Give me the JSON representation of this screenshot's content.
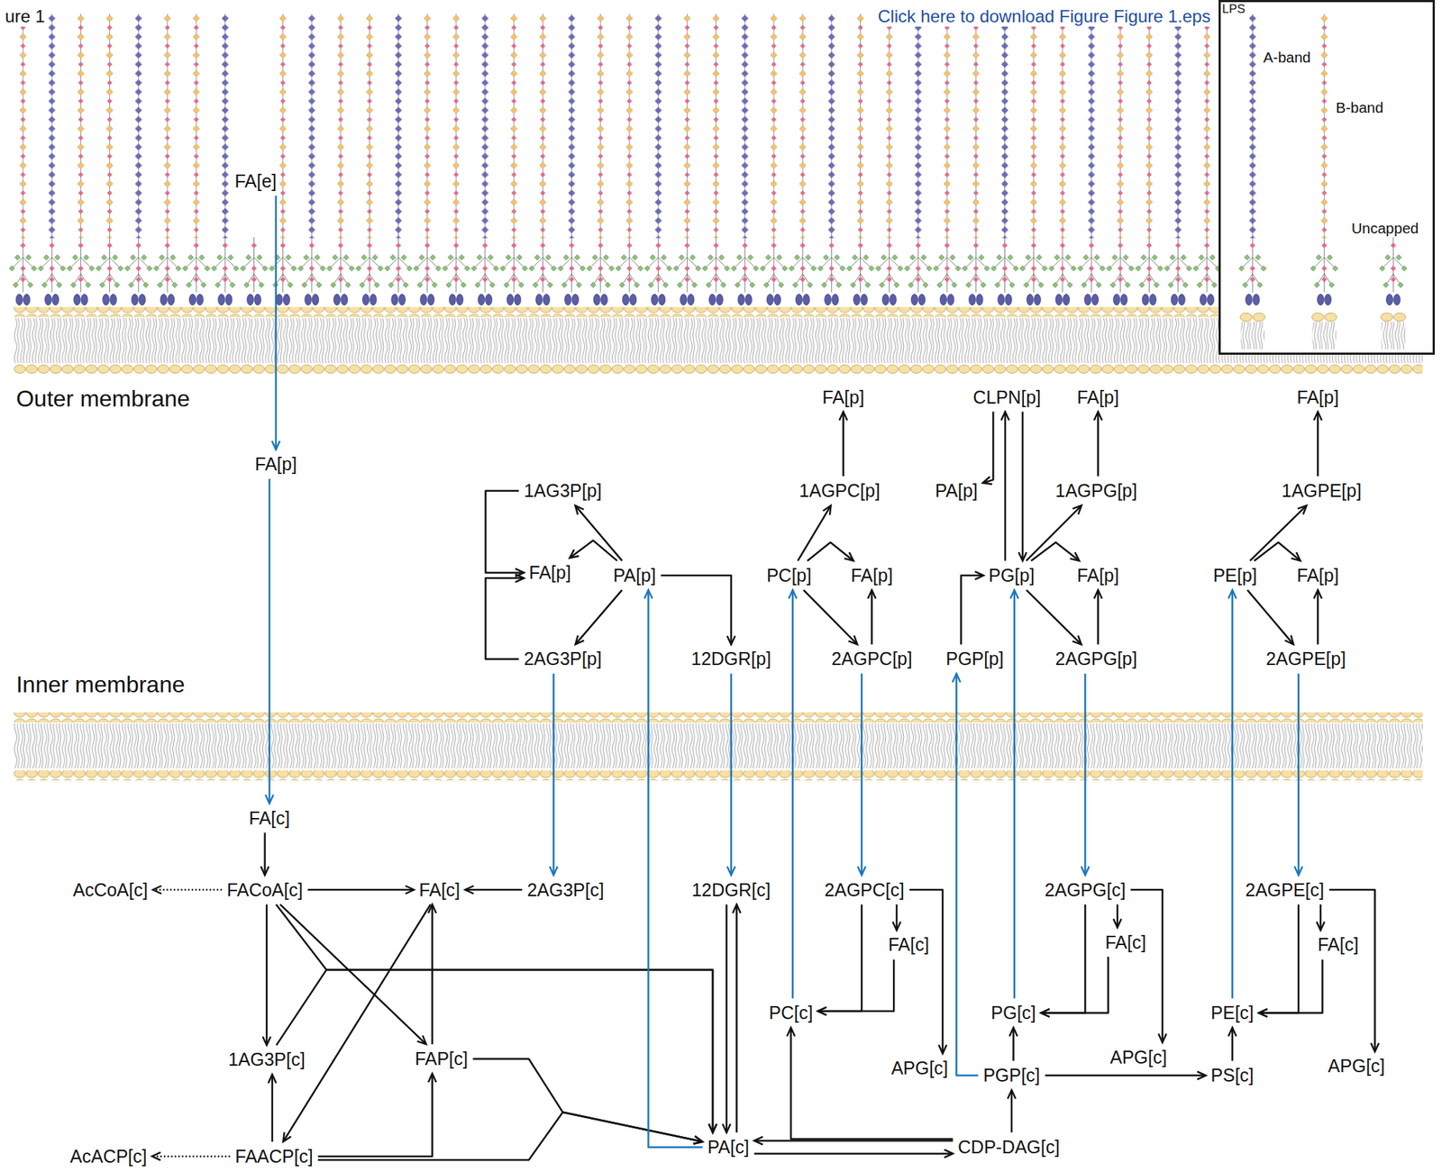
{
  "diagram": {
    "nodes": [
      {
        "text": [
          "LPS"
        ]
      },
      {
        "text": [
          "FA[e]"
        ]
      },
      {
        "text": [
          "FA[p]"
        ]
      },
      {
        "text": [
          "FA[c]"
        ]
      },
      {
        "text": [
          "FACoA[c]"
        ]
      },
      {
        "text": [
          "AcCoA[c]"
        ]
      },
      {
        "text": [
          "FA[c]"
        ]
      },
      {
        "text": [
          "2AG3P[c]"
        ]
      },
      {
        "text": [
          "1AG3P[c]"
        ]
      },
      {
        "text": [
          "FAP[c]"
        ]
      },
      {
        "text": [
          "AcACP[c]"
        ]
      },
      {
        "text": [
          "FAACP[c]"
        ]
      },
      {
        "text": [
          "PA[c]"
        ]
      },
      {
        "text": [
          "CDP-DAG[c]"
        ]
      },
      {
        "text": [
          "12DGR[c]"
        ]
      },
      {
        "text": [
          "1AG3P[p]"
        ]
      },
      {
        "text": [
          "FA[p]"
        ]
      },
      {
        "text": [
          "PA[p]"
        ]
      },
      {
        "text": [
          "2AG3P[p]"
        ]
      },
      {
        "text": [
          "12DGR[p]"
        ]
      },
      {
        "text": [
          "FA[p]"
        ]
      },
      {
        "text": [
          "1AGPC[p]"
        ]
      },
      {
        "text": [
          "PC[p]"
        ]
      },
      {
        "text": [
          "FA[p]"
        ]
      },
      {
        "text": [
          "2AGPC[p]"
        ]
      },
      {
        "text": [
          "2AGPC[c]"
        ]
      },
      {
        "text": [
          "FA[c]"
        ]
      },
      {
        "text": [
          "PC[c]"
        ]
      },
      {
        "text": [
          "APG[c]"
        ]
      },
      {
        "text": [
          "CLPN[p]"
        ]
      },
      {
        "text": [
          "FA[p]"
        ]
      },
      {
        "text": [
          "PA[p]"
        ]
      },
      {
        "text": [
          "1AGPG[p]"
        ]
      },
      {
        "text": [
          "PG[p]"
        ]
      },
      {
        "text": [
          "FA[p]"
        ]
      },
      {
        "text": [
          "PGP[p]"
        ]
      },
      {
        "text": [
          "2AGPG[p]"
        ]
      },
      {
        "text": [
          "2AGPG[c]"
        ]
      },
      {
        "text": [
          "FA[c]"
        ]
      },
      {
        "text": [
          "PG[c]"
        ]
      },
      {
        "text": [
          "APG[c]"
        ]
      },
      {
        "text": [
          "PGP[c]"
        ]
      },
      {
        "text": [
          "PS[c]"
        ]
      },
      {
        "text": [
          "FA[p]"
        ]
      },
      {
        "text": [
          "1AGPE[p]"
        ]
      },
      {
        "text": [
          "PE[p]"
        ]
      },
      {
        "text": [
          "FA[p]"
        ]
      },
      {
        "text": [
          "2AGPE[p]"
        ]
      },
      {
        "text": [
          "2AGPE[c]"
        ]
      },
      {
        "text": [
          "FA[c]"
        ]
      },
      {
        "text": [
          "PE[c]"
        ]
      },
      {
        "text": [
          "APG[c]"
        ]
      }
    ],
    "edges": [
      {
        "from": 1,
        "to": 2,
        "arrow": "to"
      },
      {
        "from": 2,
        "to": 3,
        "arrow": "to"
      },
      {
        "from": 3,
        "to": 4,
        "arrow": "to"
      },
      {
        "from": 4,
        "to": 5,
        "arrow": "to"
      },
      {
        "from": 4,
        "to": 6,
        "arrow": "to"
      },
      {
        "from": 7,
        "to": 6,
        "arrow": "to"
      },
      {
        "from": 4,
        "to": 8,
        "arrow": "to"
      },
      {
        "from": 4,
        "to": 9,
        "arrow": "to"
      },
      {
        "from": 9,
        "to": 6,
        "arrow": "to"
      },
      {
        "from": 6,
        "to": 11,
        "arrow": "to"
      },
      {
        "from": 11,
        "to": 8,
        "arrow": "to"
      },
      {
        "from": 11,
        "to": 9,
        "arrow": "to"
      },
      {
        "from": 11,
        "to": 10,
        "arrow": "to"
      },
      {
        "from": 4,
        "to": 12,
        "arrow": "to"
      },
      {
        "from": 8,
        "to": 12,
        "arrow": "to"
      },
      {
        "from": 9,
        "to": 12,
        "arrow": "to"
      },
      {
        "from": 11,
        "to": 12,
        "arrow": "to"
      },
      {
        "from": 14,
        "to": 12,
        "arrow": "to"
      },
      {
        "from": 12,
        "to": 14,
        "arrow": "to"
      },
      {
        "from": 12,
        "to": 17,
        "arrow": "to"
      },
      {
        "from": 19,
        "to": 14,
        "arrow": "to"
      },
      {
        "from": 18,
        "to": 7,
        "arrow": "to"
      },
      {
        "from": 17,
        "to": 19,
        "arrow": "to"
      },
      {
        "from": 17,
        "to": 15,
        "arrow": "to"
      },
      {
        "from": 17,
        "to": 16,
        "arrow": "to"
      },
      {
        "from": 17,
        "to": 18,
        "arrow": "to"
      },
      {
        "from": 15,
        "to": 16,
        "arrow": "to"
      },
      {
        "from": 18,
        "to": 16,
        "arrow": "to"
      },
      {
        "from": 22,
        "to": 21,
        "arrow": "to"
      },
      {
        "from": 22,
        "to": 23,
        "arrow": "to"
      },
      {
        "from": 22,
        "to": 24,
        "arrow": "to"
      },
      {
        "from": 24,
        "to": 23,
        "arrow": "to"
      },
      {
        "from": 21,
        "to": 20,
        "arrow": "to"
      },
      {
        "from": 24,
        "to": 25,
        "arrow": "to"
      },
      {
        "from": 27,
        "to": 22,
        "arrow": "to"
      },
      {
        "from": 25,
        "to": 26,
        "arrow": "to"
      },
      {
        "from": 25,
        "to": 27,
        "arrow": "to"
      },
      {
        "from": 26,
        "to": 27,
        "arrow": "to"
      },
      {
        "from": 25,
        "to": 28,
        "arrow": "to"
      },
      {
        "from": 13,
        "to": 12,
        "arrow": "to"
      },
      {
        "from": 12,
        "to": 13,
        "arrow": "to"
      },
      {
        "from": 13,
        "to": 27,
        "arrow": "to"
      },
      {
        "from": 13,
        "to": 41,
        "arrow": "to"
      },
      {
        "from": 41,
        "to": 39,
        "arrow": "to"
      },
      {
        "from": 41,
        "to": 42,
        "arrow": "to"
      },
      {
        "from": 42,
        "to": 50,
        "arrow": "to"
      },
      {
        "from": 41,
        "to": 35,
        "arrow": "to"
      },
      {
        "from": 35,
        "to": 33,
        "arrow": "to"
      },
      {
        "from": 39,
        "to": 33,
        "arrow": "to"
      },
      {
        "from": 33,
        "to": 29,
        "arrow": "to"
      },
      {
        "from": 29,
        "to": 33,
        "arrow": "to"
      },
      {
        "from": 29,
        "to": 31,
        "arrow": "to"
      },
      {
        "from": 33,
        "to": 32,
        "arrow": "to"
      },
      {
        "from": 33,
        "to": 34,
        "arrow": "to"
      },
      {
        "from": 33,
        "to": 36,
        "arrow": "to"
      },
      {
        "from": 36,
        "to": 34,
        "arrow": "to"
      },
      {
        "from": 32,
        "to": 30,
        "arrow": "to"
      },
      {
        "from": 36,
        "to": 37,
        "arrow": "to"
      },
      {
        "from": 37,
        "to": 38,
        "arrow": "to"
      },
      {
        "from": 37,
        "to": 39,
        "arrow": "to"
      },
      {
        "from": 38,
        "to": 39,
        "arrow": "to"
      },
      {
        "from": 37,
        "to": 40,
        "arrow": "to"
      },
      {
        "from": 45,
        "to": 44,
        "arrow": "to"
      },
      {
        "from": 45,
        "to": 46,
        "arrow": "to"
      },
      {
        "from": 45,
        "to": 47,
        "arrow": "to"
      },
      {
        "from": 47,
        "to": 46,
        "arrow": "to"
      },
      {
        "from": 44,
        "to": 43,
        "arrow": "to"
      },
      {
        "from": 47,
        "to": 48,
        "arrow": "to"
      },
      {
        "from": 50,
        "to": 45,
        "arrow": "to"
      },
      {
        "from": 48,
        "to": 49,
        "arrow": "to"
      },
      {
        "from": 48,
        "to": 50,
        "arrow": "to"
      },
      {
        "from": 49,
        "to": 50,
        "arrow": "to"
      },
      {
        "from": 48,
        "to": 51,
        "arrow": "to"
      }
    ],
    "labels": [
      "ure 1",
      "Click here to download Figure Figure 1.eps",
      "Outer membrane",
      "Inner membrane",
      "A-band",
      "B-band",
      "Uncapped"
    ]
  }
}
